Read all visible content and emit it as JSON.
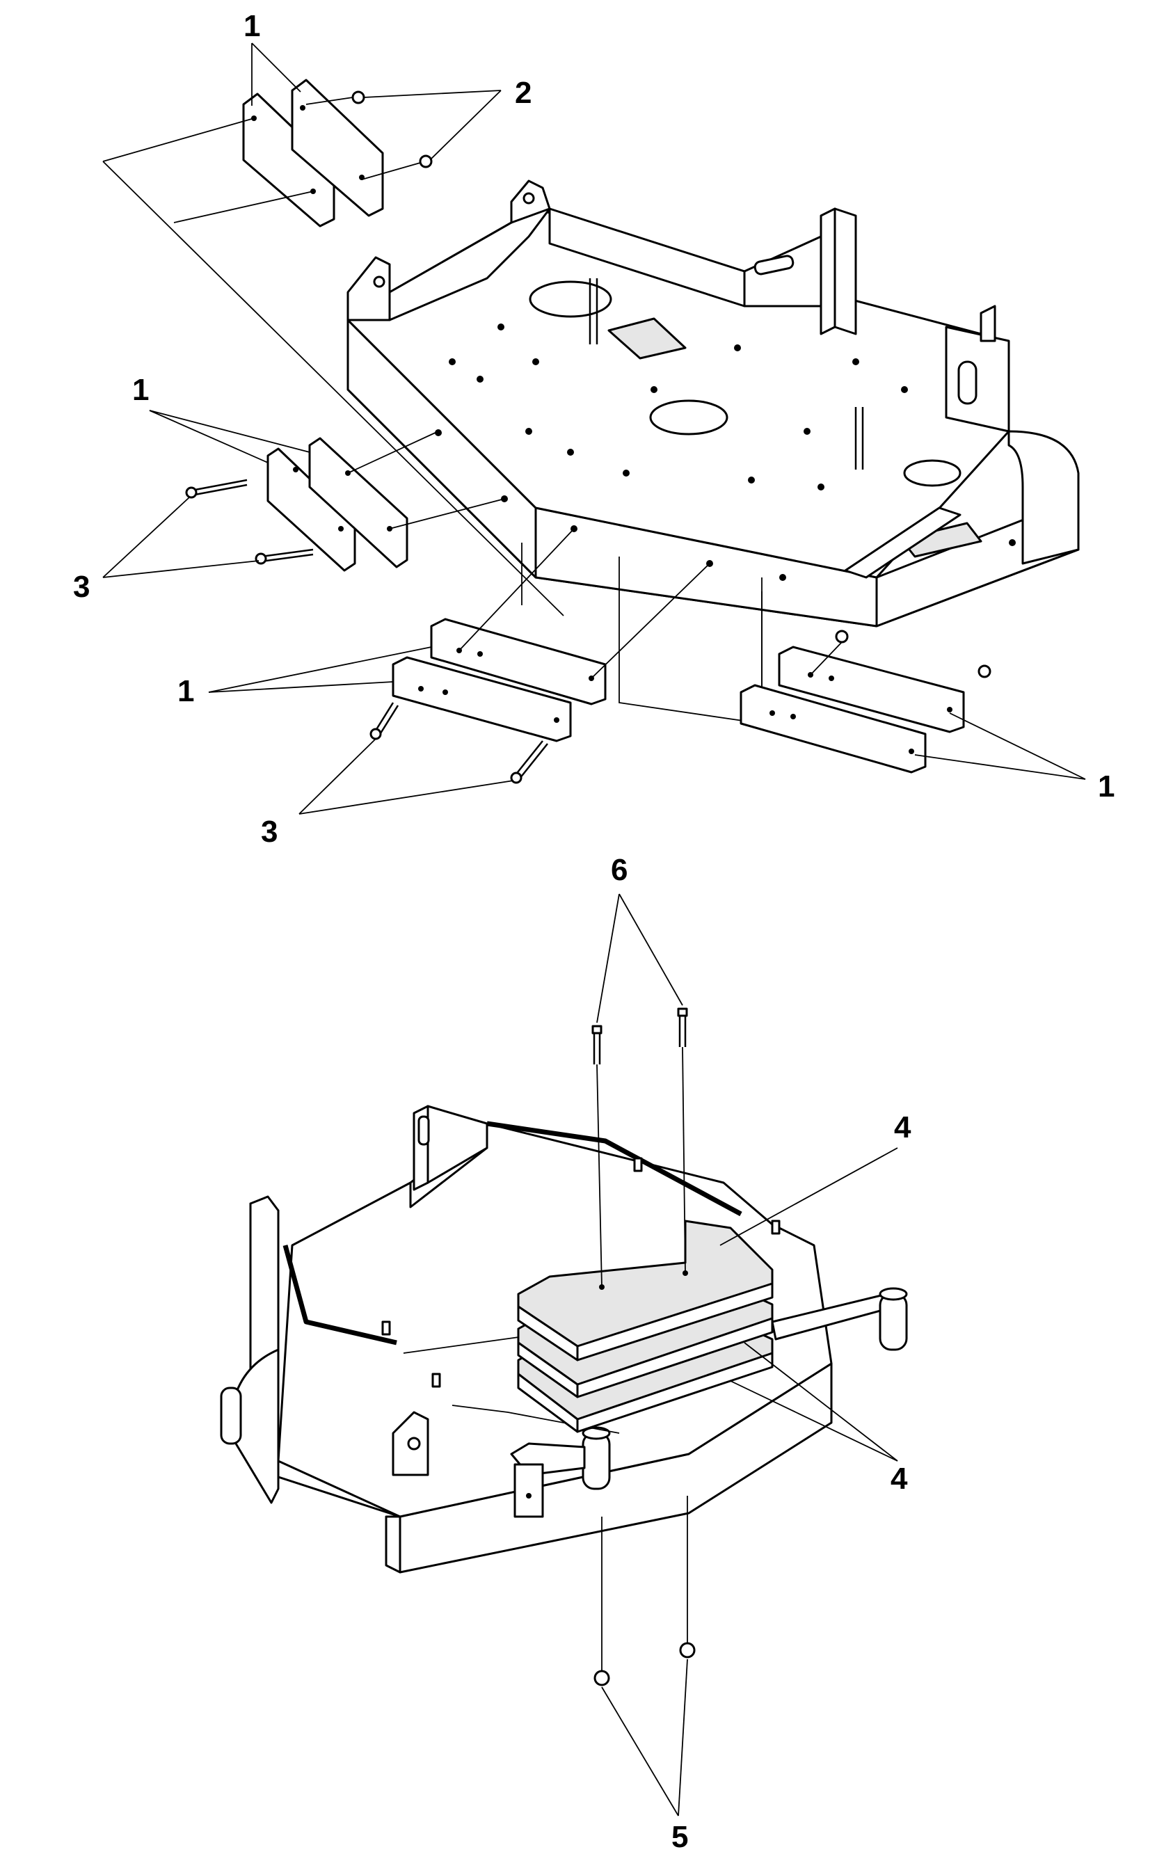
{
  "diagram": {
    "callouts": {
      "top": [
        {
          "label": "1"
        },
        {
          "label": "2"
        },
        {
          "label": "1"
        },
        {
          "label": "3"
        },
        {
          "label": "1"
        },
        {
          "label": "3"
        },
        {
          "label": "1"
        }
      ],
      "bottom": [
        {
          "label": "6"
        },
        {
          "label": "4"
        },
        {
          "label": "4"
        },
        {
          "label": "5"
        }
      ]
    }
  }
}
